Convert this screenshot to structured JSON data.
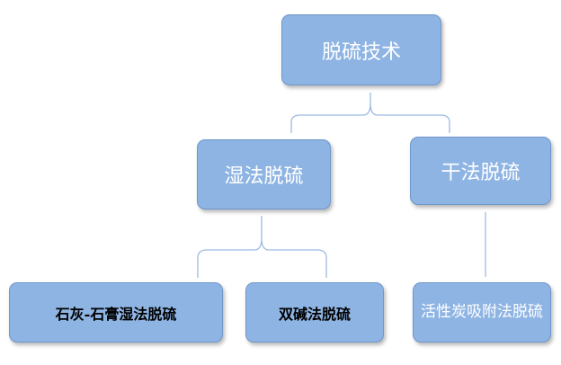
{
  "diagram": {
    "root": {
      "label": "脱硫技术"
    },
    "wet": {
      "label": "湿法脱硫"
    },
    "dry": {
      "label": "干法脱硫"
    },
    "lime": {
      "label": "石灰-石膏湿法脱硫"
    },
    "dual": {
      "label": "双碱法脱硫"
    },
    "carbon": {
      "label": "活性炭吸附法脱硫"
    },
    "colors": {
      "node_fill": "#8eb4e3",
      "node_border": "#6f97c9",
      "connector": "#9dbbe2",
      "text_light": "#ffffff",
      "text_dark": "#000000"
    }
  }
}
